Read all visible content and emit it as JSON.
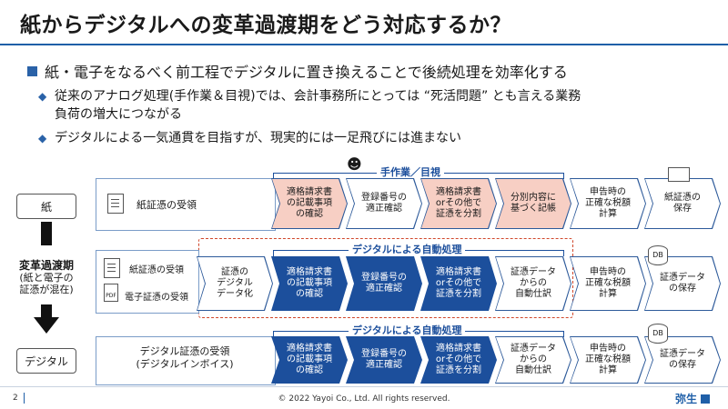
{
  "title": "紙からデジタルへの変革過渡期をどう対応するか？",
  "bullets": {
    "main": "紙・電子をなるべく前工程でデジタルに置き換えることで後続処理を効率化する",
    "sub1_line1": "従来のアナログ処理(手作業＆目視)では、会計事務所にとっては “死活問題” とも言える業務",
    "sub1_line2": "負荷の増大につながる",
    "sub2": "デジタルによる一気通貫を目指すが、現実的には一足飛びには進まない"
  },
  "side": {
    "paper": "紙",
    "transition_line1": "変革過渡期",
    "transition_line2": "(紙と電子の",
    "transition_line3": "証憑が混在)",
    "digital": "デジタル"
  },
  "row1": {
    "receive": "紙証憑の受領",
    "bracket_label": "手作業／目視",
    "steps": [
      "適格請求書\nの記載事項\nの確認",
      "登録番号の\n適正確認",
      "適格請求書\norその他で\n証憑を分割",
      "分別内容に\n基づく記帳"
    ],
    "tax": "申告時の\n正確な税額\n計算",
    "store": "紙証憑の\n保存"
  },
  "row2": {
    "receive_paper": "紙証憑の受領",
    "receive_pdf": "電子証憑の受領",
    "pdf_tag": "PDF",
    "digitize": "証憑の\nデジタル\nデータ化",
    "bracket_label": "デジタルによる自動処理",
    "steps": [
      "適格請求書\nの記載事項\nの確認",
      "登録番号の\n適正確認",
      "適格請求書\norその他で\n証憑を分割",
      "証憑データ\nからの\n自動仕訳"
    ],
    "tax": "申告時の\n正確な税額\n計算",
    "db": "DB",
    "store": "証憑データ\nの保存"
  },
  "row3": {
    "receive_line1": "デジタル証憑の受領",
    "receive_line2": "(デジタルインボイス)",
    "bracket_label": "デジタルによる自動処理",
    "steps": [
      "適格請求書\nの記載事項\nの確認",
      "登録番号の\n適正確認",
      "適格請求書\norその他で\n証憑を分割",
      "証憑データ\nからの\n自動仕訳"
    ],
    "tax": "申告時の\n正確な税額\n計算",
    "db": "DB",
    "store": "証憑データ\nの保存"
  },
  "footer": {
    "page": "2",
    "copyright": "© 2022 Yayoi Co., Ltd.  All rights reserved.",
    "logo": "弥生"
  },
  "colors": {
    "accent": "#1f5fa8",
    "step_blue": "#1c4f9c",
    "manual_pink": "#f7cfc4",
    "dash_red": "#d0472b"
  }
}
